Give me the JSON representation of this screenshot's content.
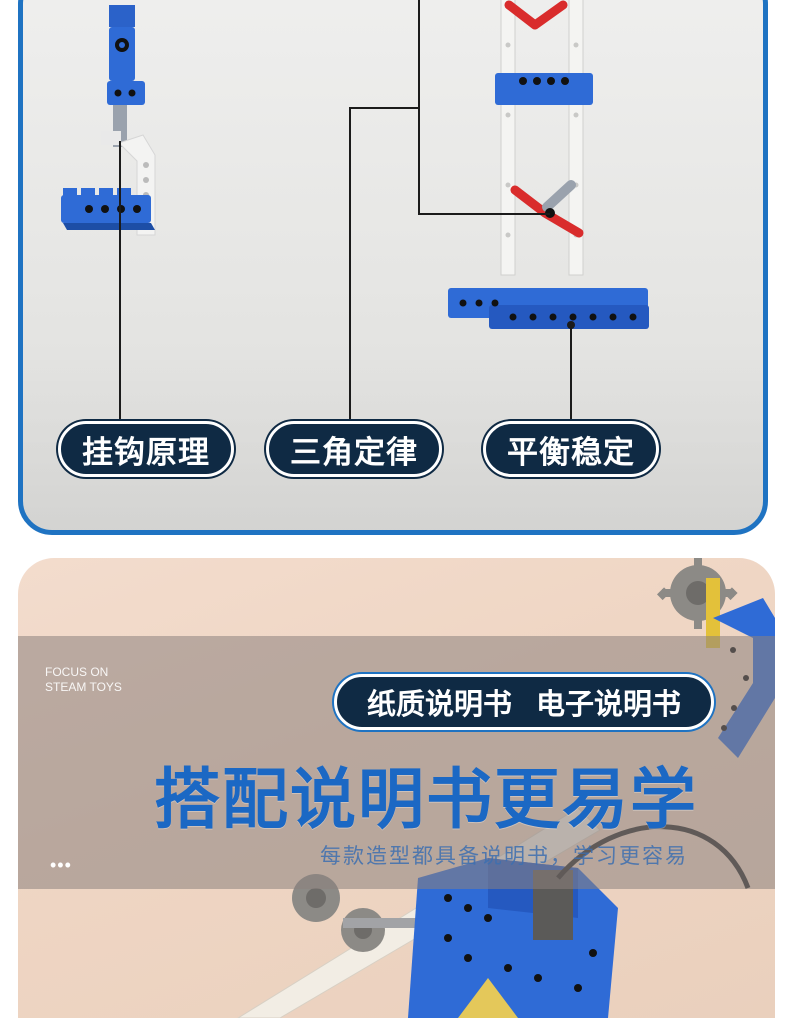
{
  "top_section": {
    "labels": {
      "hook": "挂钩原理",
      "triangle": "三角定律",
      "balance": "平衡稳定"
    }
  },
  "bottom_section": {
    "focus_line1": "FOCUS ON",
    "focus_line2": "STEAM TOYS",
    "manual_paper": "纸质说明书",
    "manual_digital": "电子说明书",
    "headline": "搭配说明书更易学",
    "subline": "每款造型都具备说明书，学习更容易",
    "dots": "•••"
  },
  "colors": {
    "brand_blue": "#1f73c2",
    "pill_navy": "#0f2a44",
    "headline_blue": "#1b68c4"
  }
}
